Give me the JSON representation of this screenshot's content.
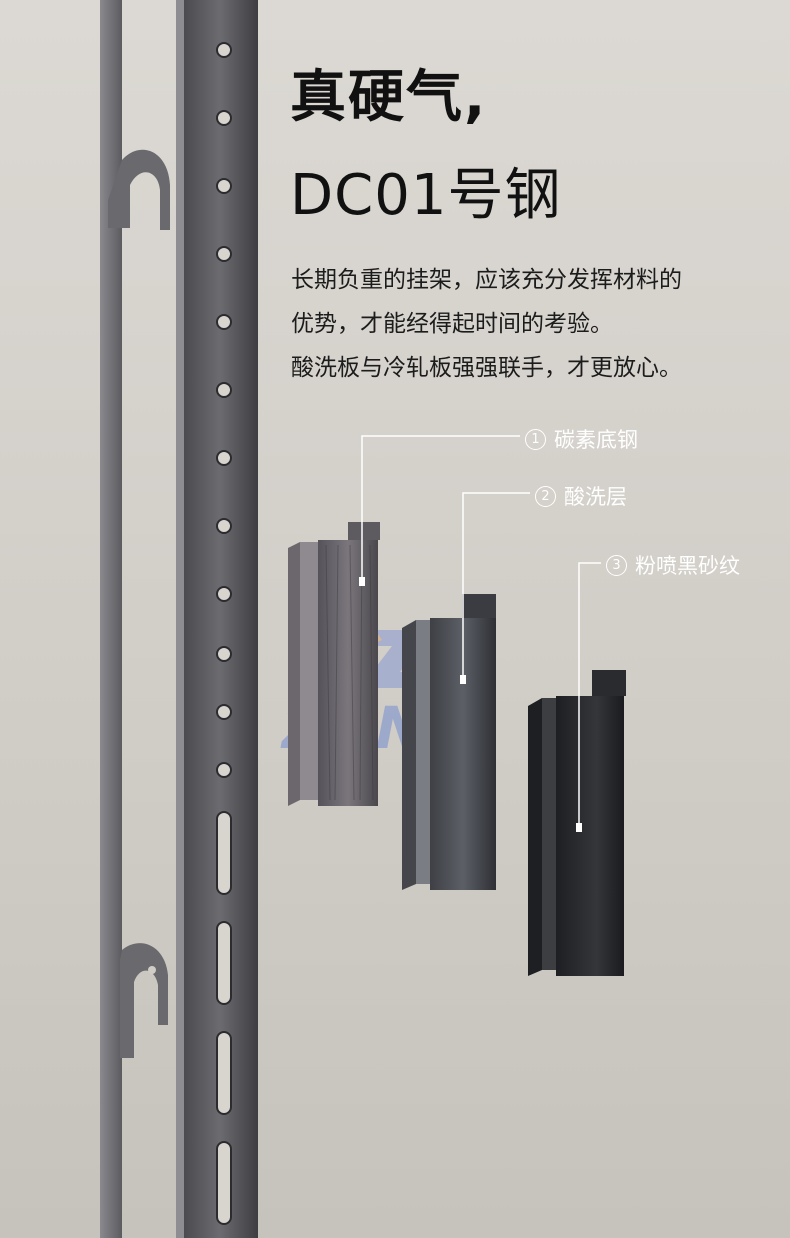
{
  "headline": {
    "line1": "真硬气,",
    "line2": "DC01号钢"
  },
  "description": {
    "lines": [
      "长期负重的挂架，应该充分发挥材料的",
      "优势，才能经得起时间的考验。",
      "酸洗板与冷轧板强强联手，才更放心。"
    ]
  },
  "layers": [
    {
      "number": "1",
      "label": "碳素底钢"
    },
    {
      "number": "2",
      "label": "酸洗层"
    },
    {
      "number": "3",
      "label": "粉喷黑砂纹"
    }
  ],
  "watermark": {
    "text": "ZENO"
  },
  "colors": {
    "background": "#d6d2cc",
    "rail": "#5a5a5e",
    "headline": "#111111",
    "callout": "#ffffff"
  },
  "icons": [
    "numbered-circle-icon"
  ]
}
